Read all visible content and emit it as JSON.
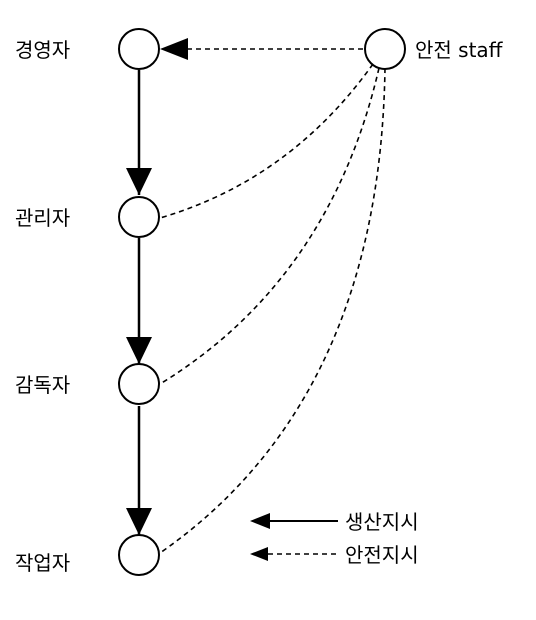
{
  "nodes": {
    "ceo": "경영자",
    "manager": "관리자",
    "supervisor": "감독자",
    "worker": "작업자",
    "safety_staff": "안전 staff"
  },
  "legend": {
    "production_order": "생산지시",
    "safety_order": "안전지시"
  },
  "colors": {
    "stroke": "#000000",
    "background": "#ffffff"
  }
}
